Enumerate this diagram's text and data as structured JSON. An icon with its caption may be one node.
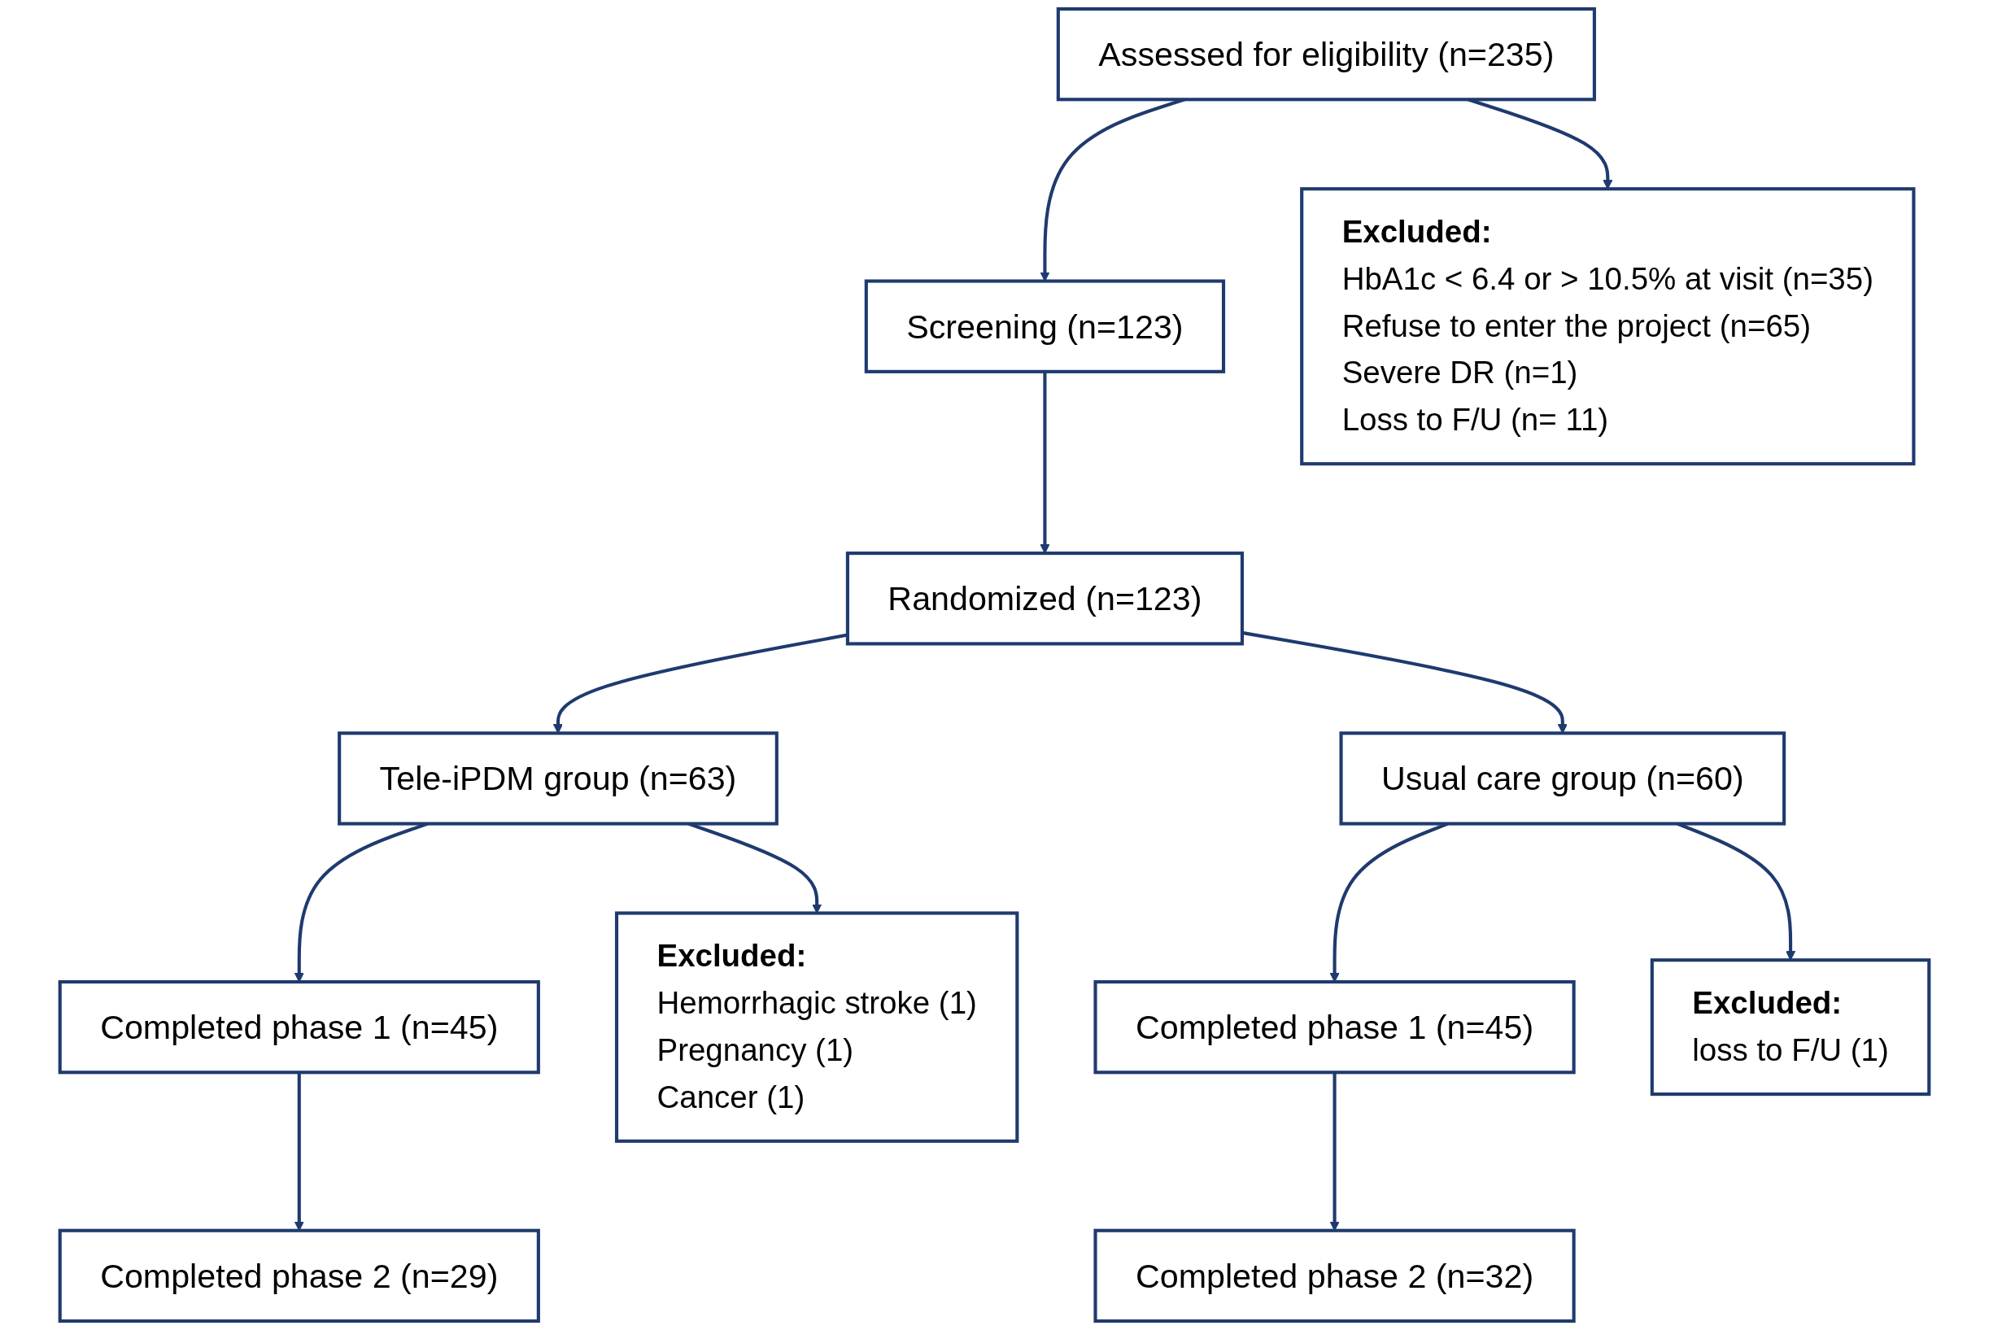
{
  "diagram": {
    "nodes": [
      {
        "text": [
          "Assessed for eligibility (n=235)"
        ]
      },
      {
        "text": [
          "Excluded:",
          "HbA1c < 6.4 or > 10.5% at visit (n=35)",
          "Refuse to enter the project (n=65)",
          "Severe DR (n=1)",
          "Loss to F/U (n= 11)"
        ]
      },
      {
        "text": [
          "Screening (n=123)"
        ]
      },
      {
        "text": [
          "Randomized (n=123)"
        ]
      },
      {
        "text": [
          "Tele-iPDM group (n=63)"
        ]
      },
      {
        "text": [
          "Usual care group (n=60)"
        ]
      },
      {
        "text": [
          "Excluded:",
          "Hemorrhagic stroke (1)",
          "Pregnancy (1)",
          "Cancer (1)"
        ]
      },
      {
        "text": [
          "Excluded:",
          "loss to F/U (1)"
        ]
      },
      {
        "text": [
          "Completed phase 1 (n=45)"
        ]
      },
      {
        "text": [
          "Completed phase 1 (n=45)"
        ]
      },
      {
        "text": [
          "Completed phase 2 (n=29)"
        ]
      },
      {
        "text": [
          "Completed phase 2 (n=32)"
        ]
      }
    ],
    "edges": [
      {
        "from": 0,
        "to": 2,
        "arrow": "to"
      },
      {
        "from": 0,
        "to": 1,
        "arrow": "to"
      },
      {
        "from": 2,
        "to": 3,
        "arrow": "to"
      },
      {
        "from": 3,
        "to": 4,
        "arrow": "to"
      },
      {
        "from": 3,
        "to": 5,
        "arrow": "to"
      },
      {
        "from": 4,
        "to": 8,
        "arrow": "to"
      },
      {
        "from": 4,
        "to": 6,
        "arrow": "to"
      },
      {
        "from": 5,
        "to": 9,
        "arrow": "to"
      },
      {
        "from": 5,
        "to": 7,
        "arrow": "to"
      },
      {
        "from": 8,
        "to": 10,
        "arrow": "to"
      },
      {
        "from": 9,
        "to": 11,
        "arrow": "to"
      }
    ]
  }
}
